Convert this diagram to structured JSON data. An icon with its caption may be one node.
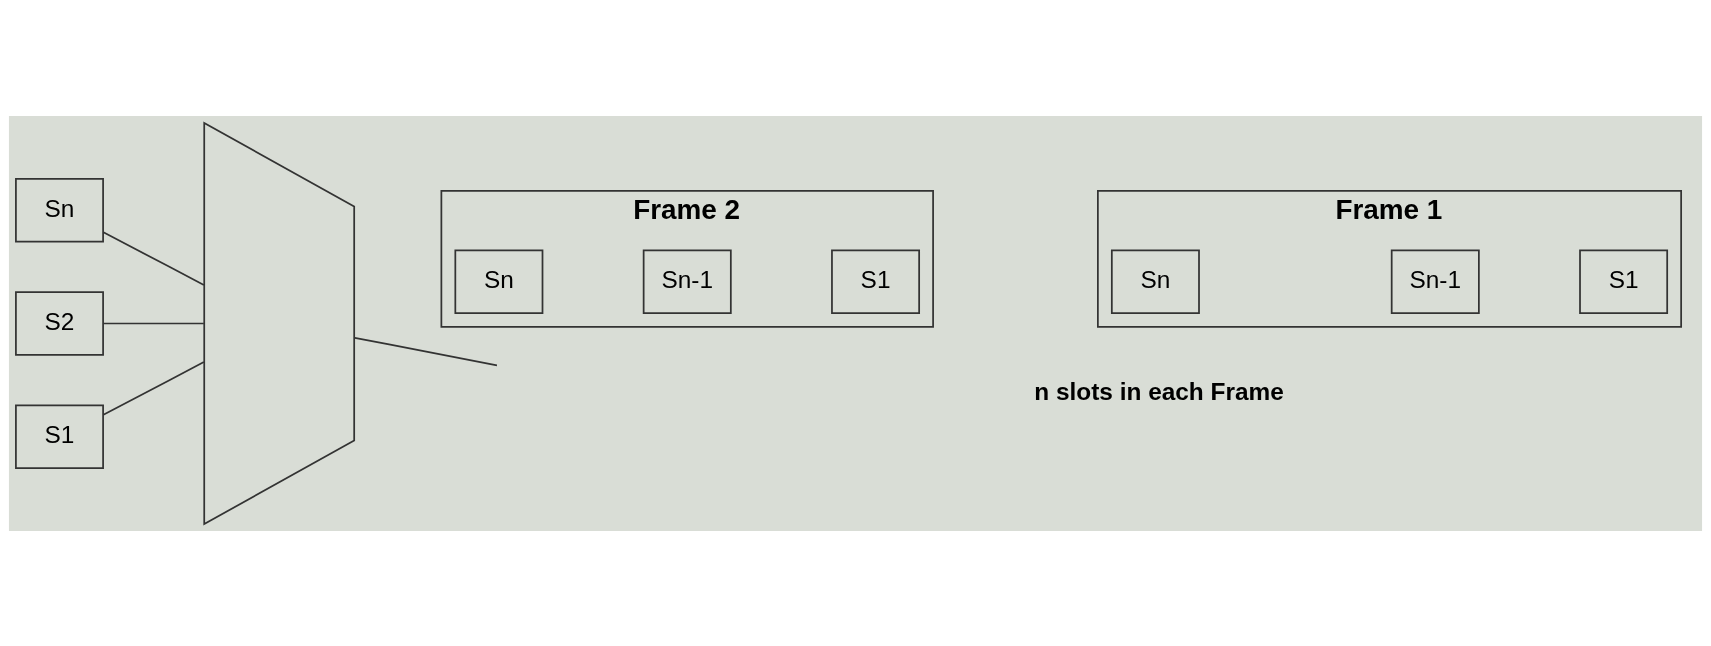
{
  "diagram": {
    "nodes": [
      {
        "text": [
          "Sn"
        ]
      },
      {
        "text": [
          "S2"
        ]
      },
      {
        "text": [
          "S1"
        ]
      },
      {
        "text": [],
        "shape": "trapezium"
      },
      {
        "text": [
          "Frame 2"
        ]
      },
      {
        "text": [
          "Sn"
        ],
        "in": 4
      },
      {
        "text": [
          "Sn-1"
        ],
        "in": 4
      },
      {
        "text": [
          "S1"
        ],
        "in": 4
      },
      {
        "text": [
          "Frame 1"
        ]
      },
      {
        "text": [
          "Sn"
        ],
        "in": 8
      },
      {
        "text": [
          "Sn-1"
        ],
        "in": 8
      },
      {
        "text": [
          "S1"
        ],
        "in": 8
      }
    ],
    "edges": [
      {
        "from": 0,
        "to": 3,
        "arrow": "none"
      },
      {
        "from": 1,
        "to": 3,
        "arrow": "none"
      },
      {
        "from": 2,
        "to": 3,
        "arrow": "none"
      },
      {
        "from": 3,
        "to": null,
        "arrow": "none"
      }
    ],
    "labels": [
      "n slots in each Frame"
    ]
  }
}
